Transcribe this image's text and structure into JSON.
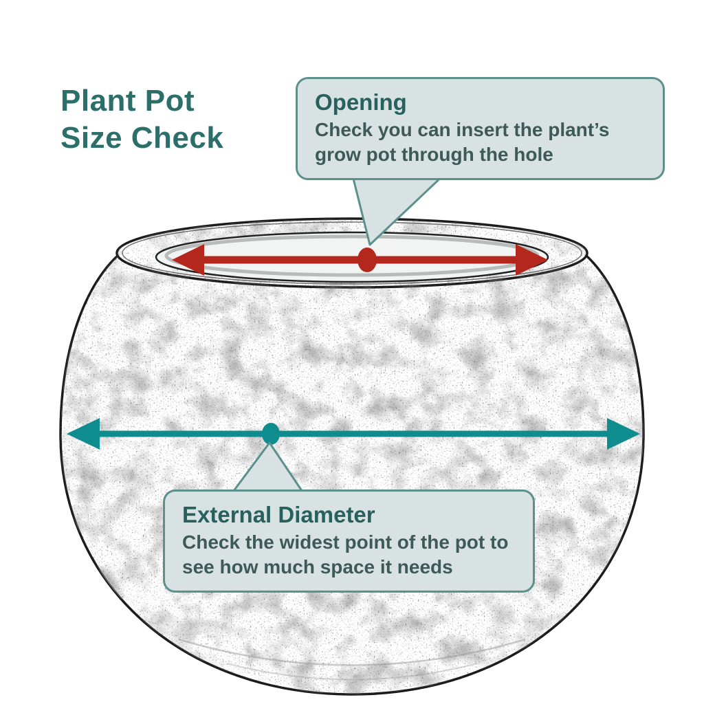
{
  "title": {
    "line1": "Plant Pot",
    "line2": "Size Check"
  },
  "callouts": {
    "opening": {
      "heading": "Opening",
      "body": "Check you can insert the plant’s grow pot through the hole"
    },
    "external_diameter": {
      "heading": "External Diameter",
      "body": "Check the widest point of the pot to see how much space it needs"
    }
  },
  "annotations": {
    "opening_arrow": "double-headed arrow across the pot opening",
    "external_arrow": "double-headed arrow across the widest point of the pot"
  },
  "colors": {
    "title_text": "#2b6e6a",
    "callout_heading": "#27605d",
    "callout_body": "#3d5a58",
    "callout_bg": "#d8e2e2",
    "callout_border": "#5b908d",
    "accent_red": "#b3271d",
    "accent_teal": "#0f8c8e",
    "sketch_line": "#1a1a1a"
  }
}
